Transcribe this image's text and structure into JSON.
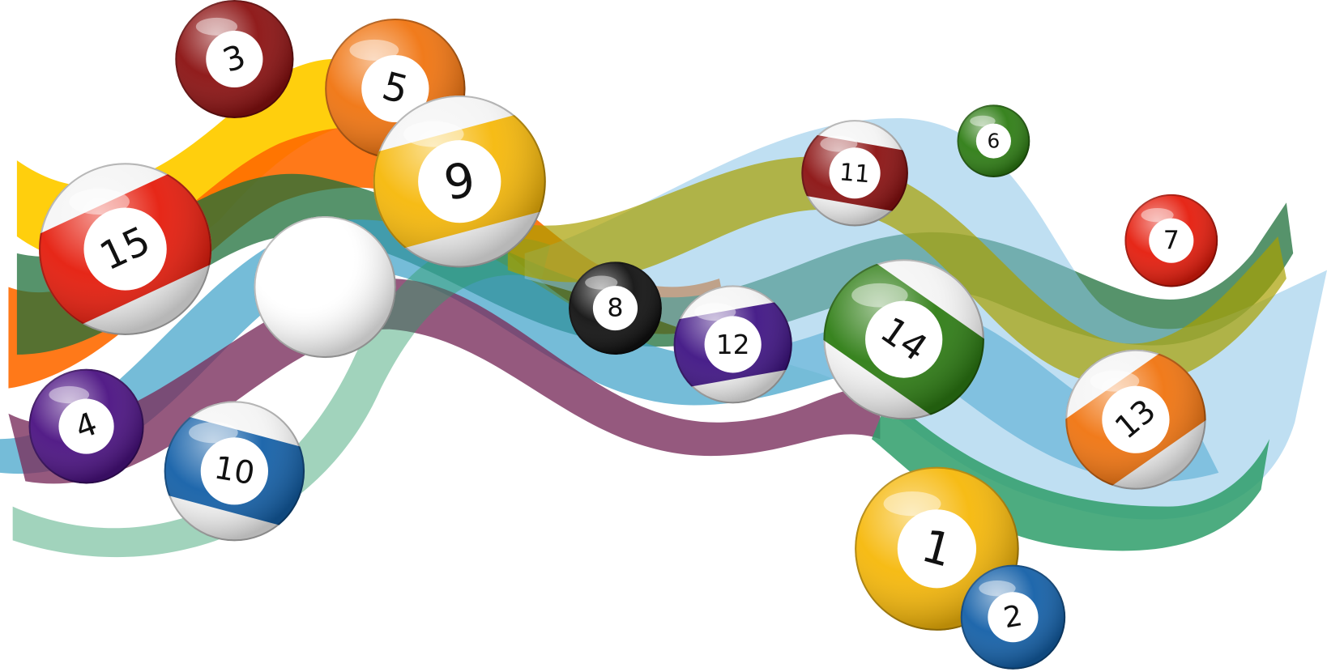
{
  "scene": {
    "background": "#ffffff",
    "wave_colors": [
      "#ffcc00",
      "#ff6a00",
      "#1e6f3a",
      "#3aa0c8",
      "#7b2f5e",
      "#2e9e6a",
      "#8bc4e8",
      "#a8a000"
    ],
    "balls": [
      {
        "number": "3",
        "color": "#8b1111",
        "style": "solid"
      },
      {
        "number": "5",
        "color": "#f07410",
        "style": "solid"
      },
      {
        "number": "15",
        "color": "#e51c0c",
        "style": "stripe"
      },
      {
        "number": "",
        "color": "#ffffff",
        "style": "cue"
      },
      {
        "number": "9",
        "color": "#f6b80a",
        "style": "stripe"
      },
      {
        "number": "4",
        "color": "#4b1282",
        "style": "solid"
      },
      {
        "number": "10",
        "color": "#1460a8",
        "style": "stripe"
      },
      {
        "number": "8",
        "color": "#111111",
        "style": "solid"
      },
      {
        "number": "12",
        "color": "#3f1484",
        "style": "stripe"
      },
      {
        "number": "11",
        "color": "#8b1111",
        "style": "stripe"
      },
      {
        "number": "6",
        "color": "#2e7d14",
        "style": "solid"
      },
      {
        "number": "14",
        "color": "#2e7d14",
        "style": "stripe"
      },
      {
        "number": "7",
        "color": "#e51c0c",
        "style": "solid"
      },
      {
        "number": "13",
        "color": "#f07410",
        "style": "stripe"
      },
      {
        "number": "1",
        "color": "#f6b80a",
        "style": "solid"
      },
      {
        "number": "2",
        "color": "#1460a8",
        "style": "solid"
      }
    ]
  }
}
